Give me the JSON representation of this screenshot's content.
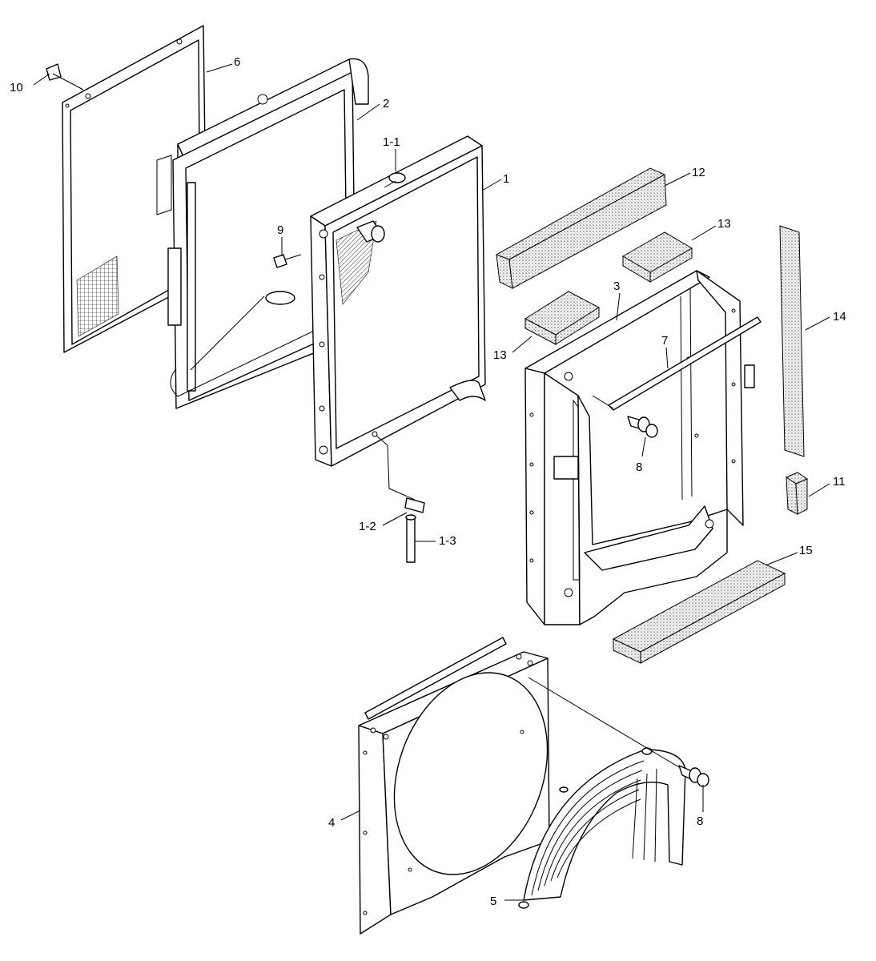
{
  "labels": {
    "p1": "1",
    "p1_1": "1-1",
    "p1_2": "1-2",
    "p1_3": "1-3",
    "p2": "2",
    "p3": "3",
    "p4": "4",
    "p5": "5",
    "p6": "6",
    "p7": "7",
    "p8a": "8",
    "p8b": "8",
    "p9": "9",
    "p10": "10",
    "p11": "11",
    "p12": "12",
    "p13a": "13",
    "p13b": "13",
    "p14": "14",
    "p15": "15"
  }
}
